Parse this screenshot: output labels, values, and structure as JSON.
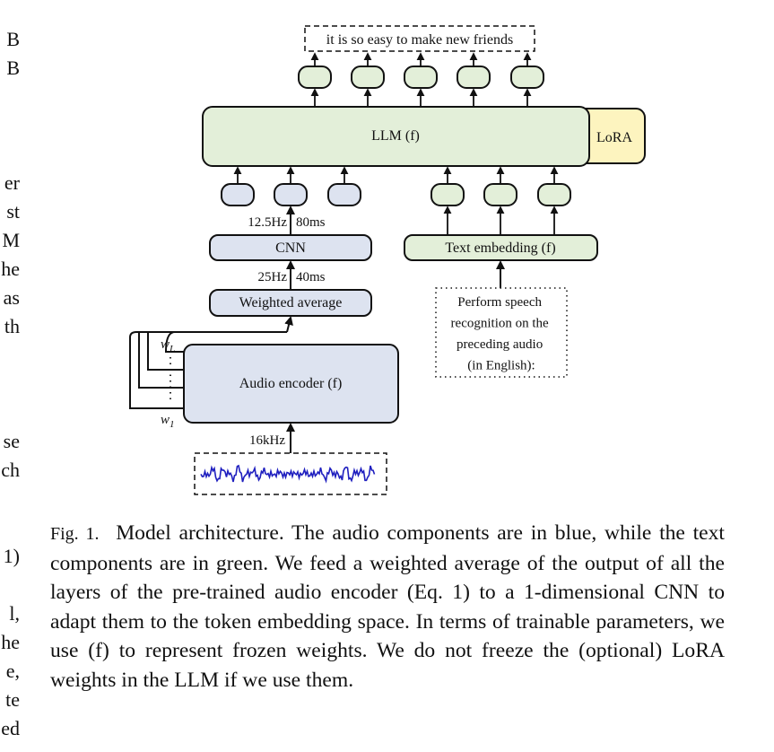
{
  "gutter_fragments": [
    "B",
    "B",
    "",
    "",
    "",
    "er",
    "st",
    "M",
    "he",
    "as",
    "th",
    "",
    "",
    "",
    "se",
    "ch",
    "",
    "",
    "1)",
    "",
    "l,",
    "he",
    "e,",
    "te",
    "ed"
  ],
  "diagram": {
    "output_text": "it is so easy to make new friends",
    "llm_label": "LLM (f)",
    "lora_label": "LoRA",
    "cnn_out_rate": "12.5Hz",
    "cnn_out_stride": "80ms",
    "cnn_label": "CNN",
    "wavg_out_rate": "25Hz",
    "wavg_out_stride": "40ms",
    "wavg_label": "Weighted average",
    "encoder_label": "Audio encoder (f)",
    "weight_top": "w_L",
    "weight_bottom": "w_1",
    "input_rate": "16kHz",
    "text_embedding_label": "Text embedding (f)",
    "prompt_lines": [
      "Perform speech",
      "recognition on the",
      "preceding audio",
      "(in English):"
    ],
    "colors": {
      "audio_fill": "#dde3f0",
      "text_fill": "#e3efd9",
      "lora_fill": "#fdf4bf",
      "waveform": "#1f1fbf",
      "stroke": "#111111"
    }
  },
  "caption": {
    "figure_label": "Fig. 1.",
    "text": "Model architecture. The audio components are in blue, while the text components are in green. We feed a weighted average of the output of all the layers of the pre-trained audio encoder (Eq. 1) to a 1-dimensional CNN to adapt them to the token embedding space. In terms of trainable parameters, we use (f) to represent frozen weights. We do not freeze the (optional) LoRA weights in the LLM if we use them."
  }
}
